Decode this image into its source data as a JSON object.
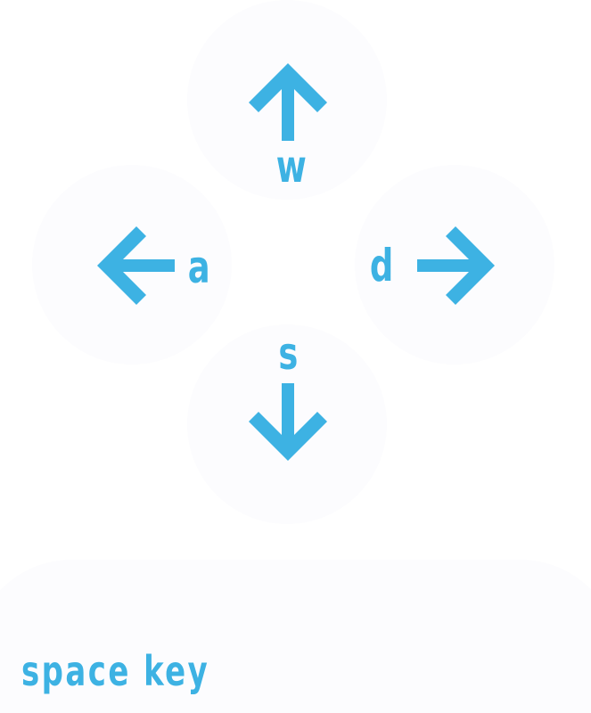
{
  "controls": {
    "up": {
      "key": "w",
      "icon": "arrow-up-icon"
    },
    "left": {
      "key": "a",
      "icon": "arrow-left-icon"
    },
    "right": {
      "key": "d",
      "icon": "arrow-right-icon"
    },
    "down": {
      "key": "s",
      "icon": "arrow-down-icon"
    }
  },
  "space": {
    "label": "space key"
  },
  "colors": {
    "accent": "#3db2e3",
    "pad_background": "#fcfcfe",
    "page_background": "#ffffff"
  }
}
